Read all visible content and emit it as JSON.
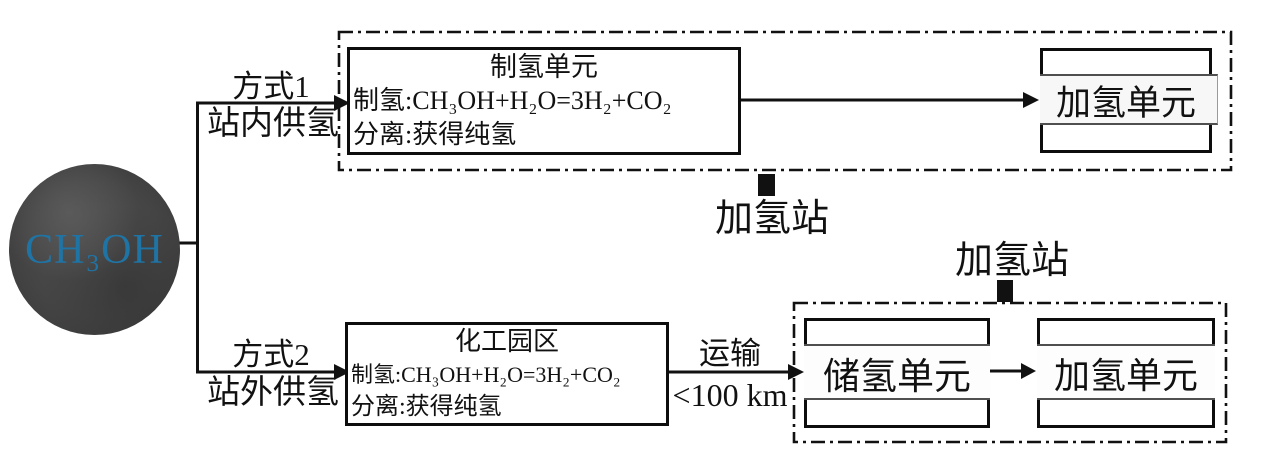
{
  "source": {
    "label": "CH₃OH"
  },
  "branches": {
    "b1": {
      "method": "方式1",
      "mode": "站内供氢"
    },
    "b2": {
      "method": "方式2",
      "mode": "站外供氢"
    }
  },
  "station_top": {
    "label": "加氢站",
    "production_unit": {
      "title": "制氢单元",
      "reaction": "制氢:CH₃OH+H₂O=3H₂+CO₂",
      "separation": "分离:获得纯氢"
    },
    "refueling_unit": {
      "label": "加氢单元"
    }
  },
  "chemical_park": {
    "title": "化工园区",
    "reaction": "制氢:CH₃OH+H₂O=3H₂+CO₂",
    "separation": "分离:获得纯氢"
  },
  "transport": {
    "label": "运输",
    "distance": "<100 km"
  },
  "station_bottom": {
    "label": "加氢站",
    "storage_unit": {
      "label": "储氢单元"
    },
    "refueling_unit": {
      "label": "加氢单元"
    }
  },
  "colors": {
    "methanol_text": "#1f74a6",
    "methanol_fill": "#464545",
    "line": "#111111"
  }
}
